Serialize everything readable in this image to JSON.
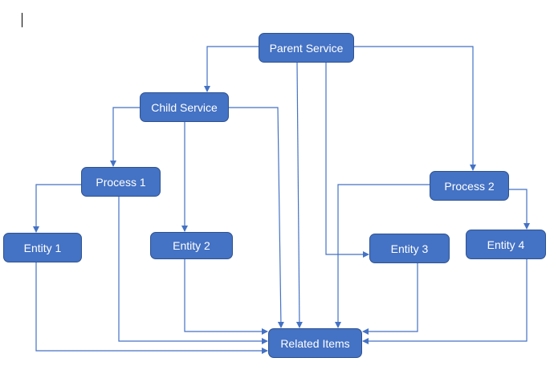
{
  "nodes": {
    "parent_service": "Parent Service",
    "child_service": "Child Service",
    "process_1": "Process 1",
    "process_2": "Process 2",
    "entity_1": "Entity 1",
    "entity_2": "Entity 2",
    "entity_3": "Entity 3",
    "entity_4": "Entity 4",
    "related_items": "Related Items"
  },
  "edges": [
    {
      "from": "parent_service",
      "to": "child_service"
    },
    {
      "from": "parent_service",
      "to": "related_items"
    },
    {
      "from": "parent_service",
      "to": "entity_3"
    },
    {
      "from": "parent_service",
      "to": "process_2"
    },
    {
      "from": "child_service",
      "to": "process_1"
    },
    {
      "from": "child_service",
      "to": "entity_2"
    },
    {
      "from": "child_service",
      "to": "related_items"
    },
    {
      "from": "process_1",
      "to": "entity_1"
    },
    {
      "from": "process_1",
      "to": "related_items"
    },
    {
      "from": "process_2",
      "to": "entity_4"
    },
    {
      "from": "process_2",
      "to": "related_items"
    },
    {
      "from": "entity_1",
      "to": "related_items"
    },
    {
      "from": "entity_2",
      "to": "related_items"
    },
    {
      "from": "entity_3",
      "to": "related_items"
    },
    {
      "from": "entity_4",
      "to": "related_items"
    }
  ],
  "colors": {
    "node_fill": "#4472C4",
    "node_border": "#2F528F",
    "connector": "#4472C4",
    "text": "#FFFFFF"
  }
}
